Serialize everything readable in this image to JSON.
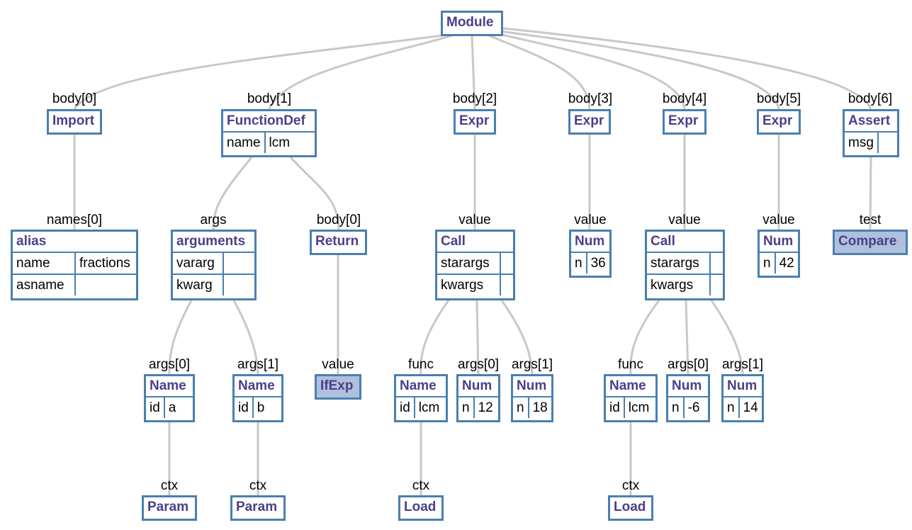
{
  "root": {
    "title": "Module"
  },
  "body": [
    {
      "label": "body[0]",
      "title": "Import"
    },
    {
      "label": "body[1]",
      "title": "FunctionDef",
      "fields": [
        {
          "k": "name",
          "v": "lcm"
        }
      ]
    },
    {
      "label": "body[2]",
      "title": "Expr"
    },
    {
      "label": "body[3]",
      "title": "Expr"
    },
    {
      "label": "body[4]",
      "title": "Expr"
    },
    {
      "label": "body[5]",
      "title": "Expr"
    },
    {
      "label": "body[6]",
      "title": "Assert",
      "fields": [
        {
          "k": "msg",
          "v": ""
        }
      ]
    }
  ],
  "level2": {
    "alias": {
      "label": "names[0]",
      "title": "alias",
      "fields": [
        {
          "k": "name",
          "v": "fractions"
        },
        {
          "k": "asname",
          "v": ""
        }
      ]
    },
    "arguments": {
      "label": "args",
      "title": "arguments",
      "fields": [
        {
          "k": "vararg",
          "v": ""
        },
        {
          "k": "kwarg",
          "v": ""
        }
      ]
    },
    "return": {
      "label": "body[0]",
      "title": "Return"
    },
    "call2": {
      "label": "value",
      "title": "Call",
      "fields": [
        {
          "k": "starargs",
          "v": ""
        },
        {
          "k": "kwargs",
          "v": ""
        }
      ]
    },
    "num36": {
      "label": "value",
      "title": "Num",
      "fields": [
        {
          "k": "n",
          "v": "36"
        }
      ]
    },
    "call4": {
      "label": "value",
      "title": "Call",
      "fields": [
        {
          "k": "starargs",
          "v": ""
        },
        {
          "k": "kwargs",
          "v": ""
        }
      ]
    },
    "num42": {
      "label": "value",
      "title": "Num",
      "fields": [
        {
          "k": "n",
          "v": "42"
        }
      ]
    },
    "compare": {
      "label": "test",
      "title": "Compare"
    }
  },
  "level3": {
    "name_a": {
      "label": "args[0]",
      "title": "Name",
      "fields": [
        {
          "k": "id",
          "v": "a"
        }
      ]
    },
    "name_b": {
      "label": "args[1]",
      "title": "Name",
      "fields": [
        {
          "k": "id",
          "v": "b"
        }
      ]
    },
    "ifexp": {
      "label": "value",
      "title": "IfExp"
    },
    "name_lcm2": {
      "label": "func",
      "title": "Name",
      "fields": [
        {
          "k": "id",
          "v": "lcm"
        }
      ]
    },
    "num12": {
      "label": "args[0]",
      "title": "Num",
      "fields": [
        {
          "k": "n",
          "v": "12"
        }
      ]
    },
    "num18": {
      "label": "args[1]",
      "title": "Num",
      "fields": [
        {
          "k": "n",
          "v": "18"
        }
      ]
    },
    "name_lcm4": {
      "label": "func",
      "title": "Name",
      "fields": [
        {
          "k": "id",
          "v": "lcm"
        }
      ]
    },
    "num_neg6": {
      "label": "args[0]",
      "title": "Num",
      "fields": [
        {
          "k": "n",
          "v": "-6"
        }
      ]
    },
    "num14": {
      "label": "args[1]",
      "title": "Num",
      "fields": [
        {
          "k": "n",
          "v": "14"
        }
      ]
    }
  },
  "level4": {
    "param_a": {
      "label": "ctx",
      "title": "Param"
    },
    "param_b": {
      "label": "ctx",
      "title": "Param"
    },
    "load2": {
      "label": "ctx",
      "title": "Load"
    },
    "load4": {
      "label": "ctx",
      "title": "Load"
    }
  },
  "colors": {
    "edge": "#c8c8c8",
    "border": "#4a7fb0",
    "title": "#4a3f8a",
    "filled": "#b0c0dc"
  }
}
